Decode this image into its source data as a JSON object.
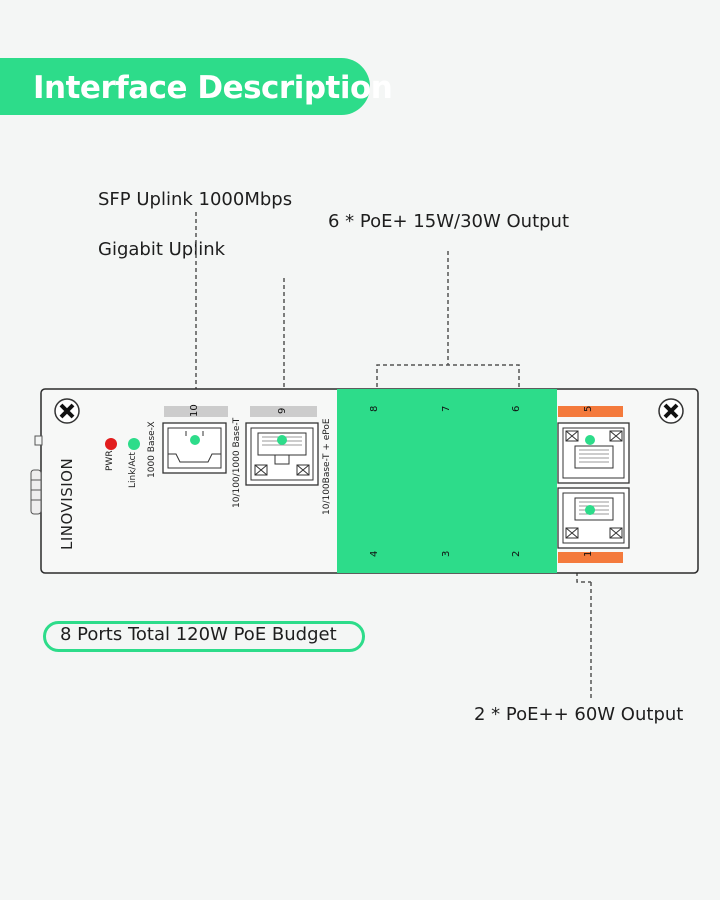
{
  "header": {
    "title": "Interface Description"
  },
  "callouts": {
    "sfp": "SFP Uplink 1000Mbps",
    "gigabit": "Gigabit Uplink",
    "poe_plus": "6 * PoE+ 15W/30W Output",
    "poe_plusplus": "2 * PoE++ 60W Output",
    "budget": "8 Ports Total 120W PoE Budget"
  },
  "device": {
    "brand": "LINOVISION",
    "leds": [
      {
        "label": "PWR",
        "color": "#e21d1d"
      },
      {
        "label": "Link/Act",
        "color": "#2ddc8a"
      }
    ],
    "port_labels": {
      "sfp": "1000 Base-X",
      "rj45_uplink": "10/100/1000 Base-T",
      "poe": "10/100Base-T + ePoE"
    },
    "ports": {
      "p10": "10",
      "p9": "9",
      "p8": "8",
      "p7": "7",
      "p6": "6",
      "p5": "5",
      "p4": "4",
      "p3": "3",
      "p2": "2",
      "p1": "1"
    }
  },
  "colors": {
    "accent": "#2ddc8a",
    "poe_plusplus": "#f47a3c",
    "led_red": "#e21d1d"
  }
}
